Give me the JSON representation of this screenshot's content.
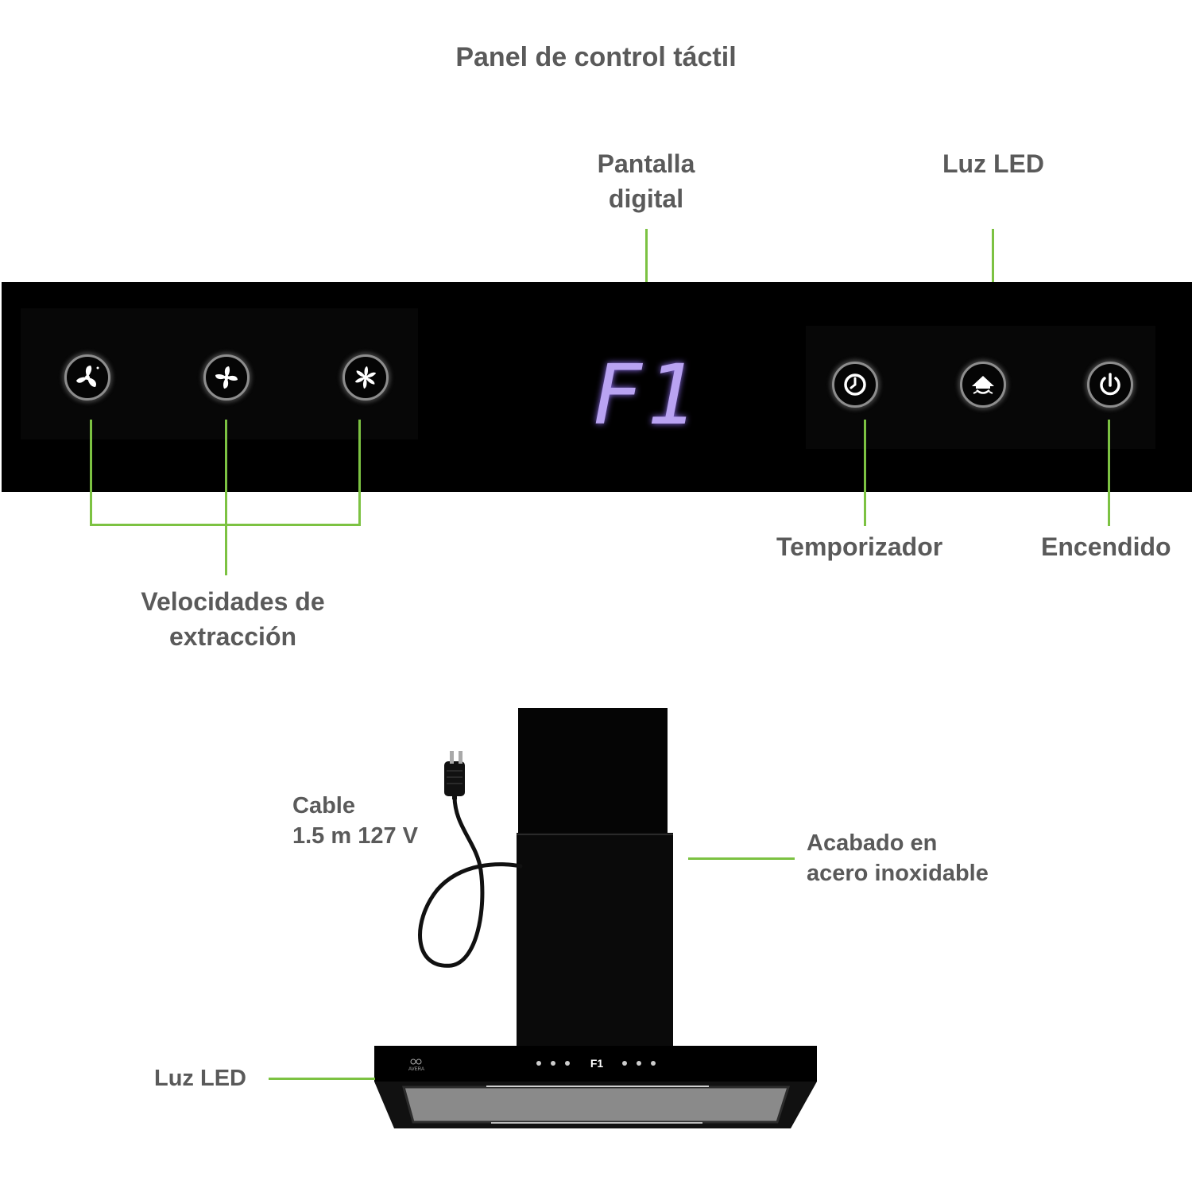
{
  "title": "Panel de control táctil",
  "labels": {
    "display_line1": "Pantalla",
    "display_line2": "digital",
    "led_top": "Luz LED",
    "timer": "Temporizador",
    "power": "Encendido",
    "speeds_line1": "Velocidades de",
    "speeds_line2": "extracción",
    "cable_line1": "Cable",
    "cable_line2": "1.5 m 127 V",
    "finish_line1": "Acabado en",
    "finish_line2": "acero inoxidable",
    "led_bottom": "Luz LED"
  },
  "display_text": "F1",
  "hood": {
    "brand": "AVERA",
    "mini_display": "F1"
  },
  "buttons": [
    {
      "icon": "fan-speed-1-icon"
    },
    {
      "icon": "fan-speed-2-icon"
    },
    {
      "icon": "fan-speed-3-icon"
    },
    {
      "icon": "timer-icon"
    },
    {
      "icon": "light-icon"
    },
    {
      "icon": "power-icon"
    }
  ],
  "colors": {
    "accent_line": "#7cc242",
    "label_text": "#5a5a5a",
    "display_glow": "#b9a3f2",
    "panel": "#000000"
  }
}
